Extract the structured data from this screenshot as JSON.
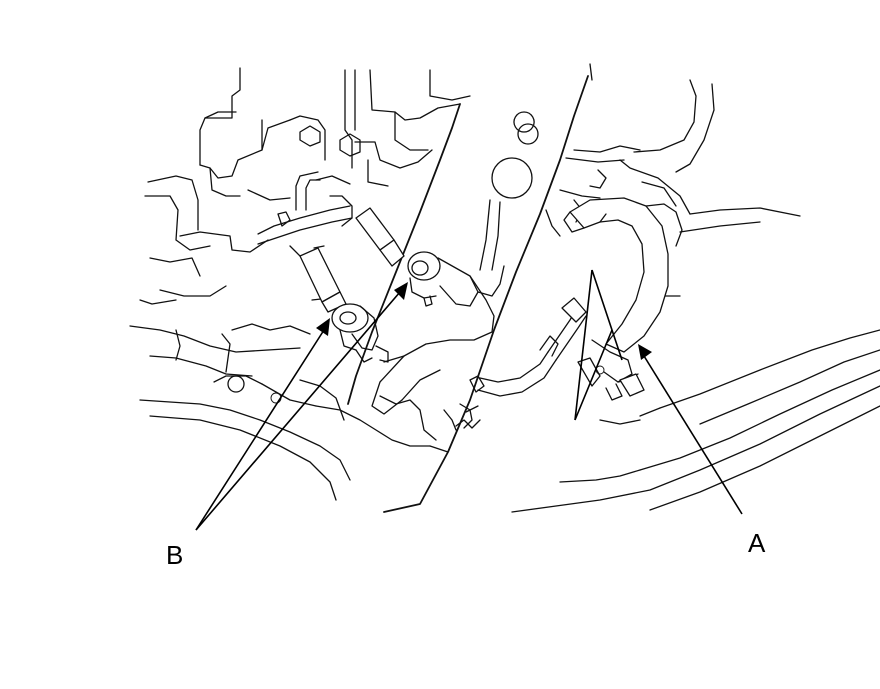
{
  "callouts": {
    "a": {
      "label": "A",
      "target": "coolant-hose"
    },
    "b": {
      "label": "B",
      "target": "hose-connectors"
    }
  }
}
